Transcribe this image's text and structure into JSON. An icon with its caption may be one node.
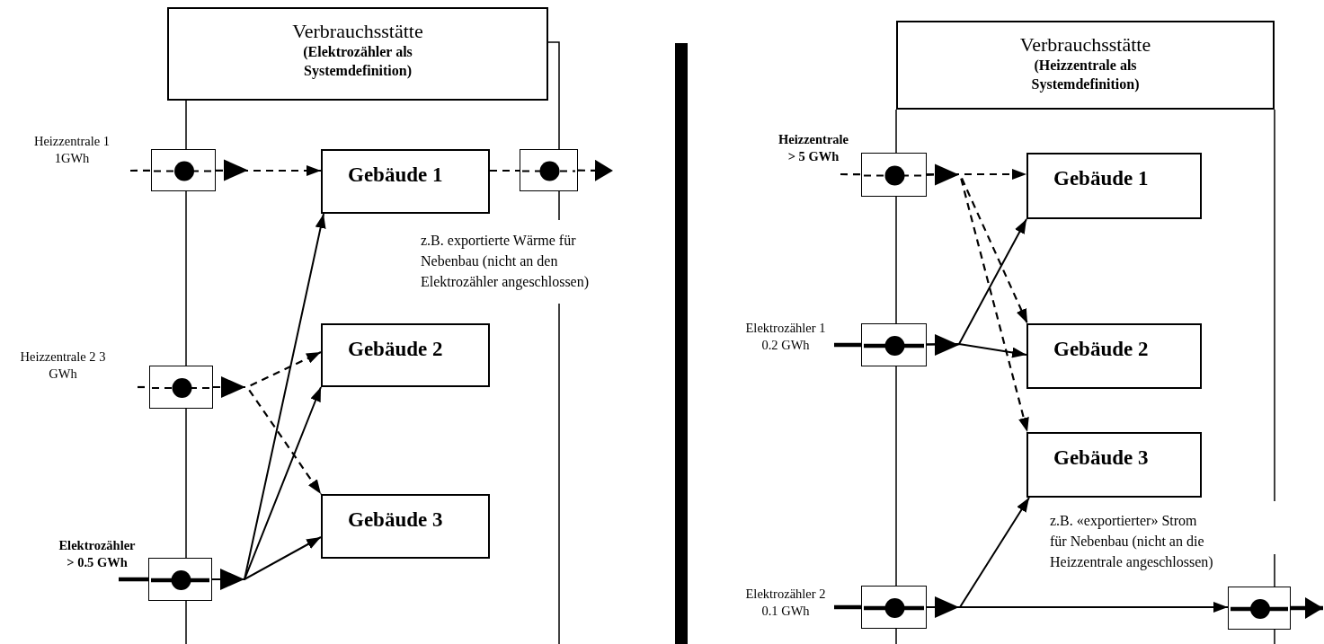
{
  "diagram": {
    "nodes": [
      {
        "text": [
          "Verbrauchsstätte",
          "(Elektrozähler als Systemdefinition)"
        ]
      },
      {
        "text": [],
        "shape": "box",
        "beside": [
          "Heizzentrale 1 1GWh"
        ]
      },
      {
        "text": [
          "Gebäude 1"
        ]
      },
      {
        "text": [],
        "shape": "box"
      },
      {
        "text": [],
        "shape": "box",
        "beside": [
          "Heizzentrale 2 3 GWh"
        ]
      },
      {
        "text": [
          "Gebäude 2"
        ]
      },
      {
        "text": [
          "Gebäude 3"
        ]
      },
      {
        "text": [],
        "shape": "box",
        "beside": [
          "Elektrozähler > 0.5 GWh"
        ]
      },
      {
        "text": [
          "Verbrauchsstätte",
          "(Heizzentrale als Systemdefinition)"
        ]
      },
      {
        "text": [],
        "shape": "box",
        "beside": [
          "Heizzentrale > 5 GWh"
        ]
      },
      {
        "text": [
          "Gebäude 1"
        ]
      },
      {
        "text": [],
        "shape": "box",
        "beside": [
          "Elektrozähler 1 0.2 GWh"
        ]
      },
      {
        "text": [
          "Gebäude 2"
        ]
      },
      {
        "text": [
          "Gebäude 3"
        ]
      },
      {
        "text": [],
        "shape": "box",
        "beside": [
          "Elektrozähler 2 0.1 GWh"
        ]
      },
      {
        "text": [],
        "shape": "box"
      },
      {
        "text": [],
        "shape": "bar"
      }
    ],
    "edges": [
      {
        "from": null,
        "to": 1,
        "arrow": "none",
        "style": "dashed"
      },
      {
        "from": 1,
        "to": 2,
        "arrow": "to",
        "style": "dashed"
      },
      {
        "from": 2,
        "to": 3,
        "arrow": "none",
        "style": "dashed"
      },
      {
        "from": 3,
        "to": null,
        "arrow": "to",
        "style": "dashed"
      },
      {
        "from": null,
        "to": 4,
        "arrow": "none",
        "style": "dashed"
      },
      {
        "from": 4,
        "to": 5,
        "arrow": "to",
        "style": "dashed"
      },
      {
        "from": 4,
        "to": 6,
        "arrow": "to",
        "style": "dashed"
      },
      {
        "from": null,
        "to": 7,
        "arrow": "none",
        "style": "thick"
      },
      {
        "from": 7,
        "to": 2,
        "arrow": "to"
      },
      {
        "from": 7,
        "to": 5,
        "arrow": "to"
      },
      {
        "from": 7,
        "to": 6,
        "arrow": "to"
      },
      {
        "from": null,
        "to": 9,
        "arrow": "none",
        "style": "dashed"
      },
      {
        "from": 9,
        "to": 10,
        "arrow": "to",
        "style": "dashed"
      },
      {
        "from": 9,
        "to": 12,
        "arrow": "to",
        "style": "dashed"
      },
      {
        "from": 9,
        "to": 13,
        "arrow": "to",
        "style": "dashed"
      },
      {
        "from": null,
        "to": 11,
        "arrow": "none",
        "style": "thick"
      },
      {
        "from": 11,
        "to": 10,
        "arrow": "to"
      },
      {
        "from": 11,
        "to": 12,
        "arrow": "to"
      },
      {
        "from": null,
        "to": 14,
        "arrow": "none",
        "style": "thick"
      },
      {
        "from": 14,
        "to": 13,
        "arrow": "to"
      },
      {
        "from": 14,
        "to": 15,
        "arrow": "to"
      },
      {
        "from": 15,
        "to": null,
        "arrow": "to",
        "style": "thick"
      }
    ],
    "labels": [
      "z.B. exportierte Wärme für Nebenbau (nicht an den Elektrozähler angeschlossen)",
      "z.B. «exportierter» Strom für Nebenbau (nicht an die Heizzentrale angeschlossen)"
    ]
  }
}
